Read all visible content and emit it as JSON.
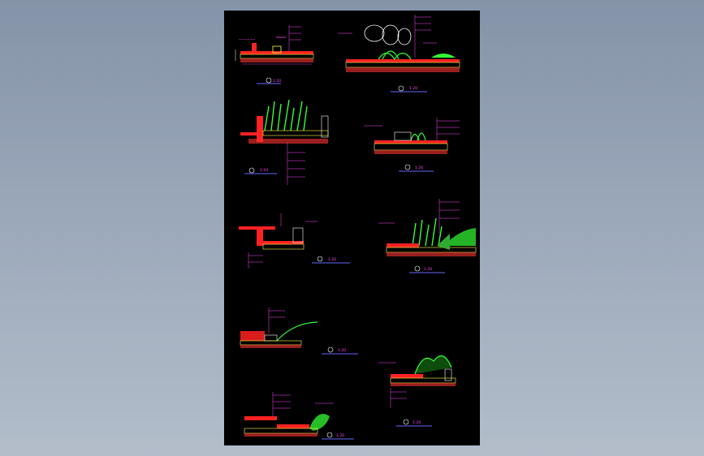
{
  "palette": {
    "background": "#8e9cb1",
    "sheet": "#000000",
    "label": "#ff44ff",
    "wall": "#ff2222",
    "fill": "#ffff44",
    "plant": "#33ff33",
    "ground": "#ff3333",
    "dim": "#ffffff",
    "caption_line": "#6666ff"
  },
  "details": [
    {
      "id": "d1",
      "caption": "1:20"
    },
    {
      "id": "d2",
      "caption": "1:20"
    },
    {
      "id": "d3",
      "caption": "1:20"
    },
    {
      "id": "d4",
      "caption": "1:20"
    },
    {
      "id": "d5",
      "caption": "1:20"
    },
    {
      "id": "d6",
      "caption": "1:20"
    },
    {
      "id": "d7",
      "caption": "1:20"
    },
    {
      "id": "d8",
      "caption": "1:20"
    },
    {
      "id": "d9",
      "caption": "1:20"
    }
  ]
}
